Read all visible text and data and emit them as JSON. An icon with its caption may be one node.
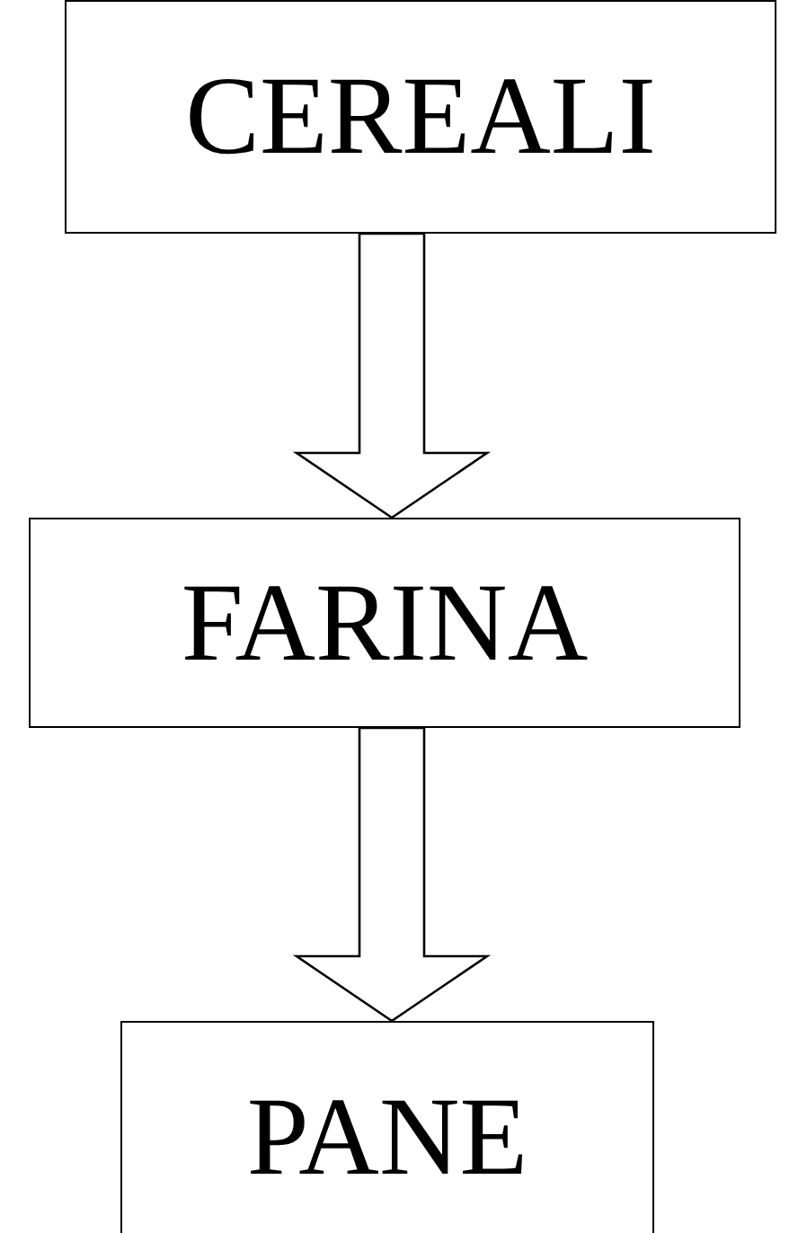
{
  "diagram": {
    "nodes": [
      {
        "text": [
          "CEREALI"
        ]
      },
      {
        "text": [
          "FARINA"
        ]
      },
      {
        "text": [
          "PANE"
        ]
      }
    ],
    "edges": [
      {
        "from": 0,
        "to": 1,
        "arrow": "to"
      },
      {
        "from": 1,
        "to": 2,
        "arrow": "to"
      }
    ]
  }
}
